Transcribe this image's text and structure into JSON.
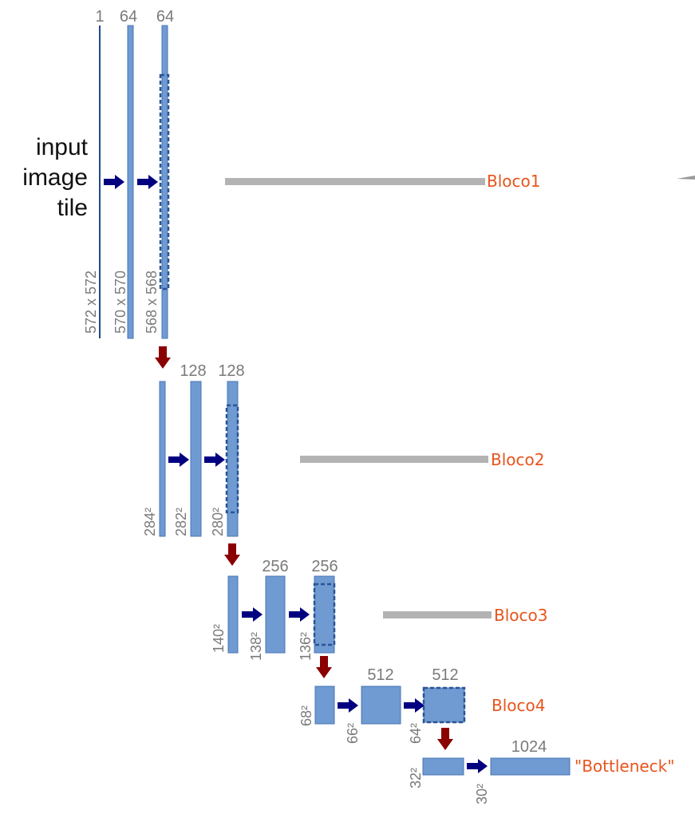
{
  "input_label": [
    "input",
    "image",
    "tile"
  ],
  "level1": {
    "channels": [
      "1",
      "64",
      "64"
    ],
    "sizes": [
      "572 x 572",
      "570 x 570",
      "568 x 568"
    ],
    "block": "Bloco1"
  },
  "level2": {
    "channels": [
      "128",
      "128"
    ],
    "sizes": [
      "284²",
      "282²",
      "280²"
    ],
    "block": "Bloco2"
  },
  "level3": {
    "channels": [
      "256",
      "256"
    ],
    "sizes": [
      "140²",
      "138²",
      "136²"
    ],
    "block": "Bloco3"
  },
  "level4": {
    "channels": [
      "512",
      "512"
    ],
    "sizes": [
      "68²",
      "66²",
      "64²"
    ],
    "block": "Bloco4"
  },
  "bottleneck": {
    "channels": [
      "1024"
    ],
    "sizes": [
      "32²",
      "30²"
    ],
    "label": "\"Bottleneck\""
  },
  "colors": {
    "feature_map": "#6f9ad2",
    "conv_arrow": "#000080",
    "pool_arrow": "#8b0000",
    "block_label": "#e8541c",
    "connector": "#b3b3b3"
  }
}
